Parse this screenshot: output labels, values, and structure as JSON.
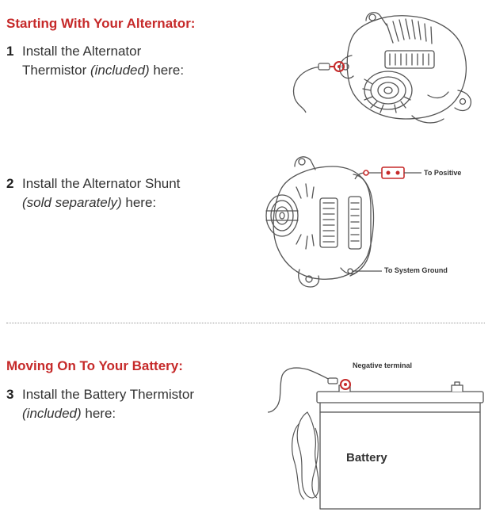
{
  "sections": {
    "alternator": {
      "heading": "Starting With Your Alternator:"
    },
    "battery": {
      "heading": "Moving On To Your Battery:"
    }
  },
  "steps": [
    {
      "number": "1",
      "line1": "Install the Alternator",
      "line2_pre": "Thermistor ",
      "line2_em": "(included)",
      "line2_post": " here:"
    },
    {
      "number": "2",
      "line1": "Install the Alternator Shunt",
      "line2_pre": "",
      "line2_em": "(sold separately)",
      "line2_post": " here:"
    },
    {
      "number": "3",
      "line1": "Install the Battery Thermistor",
      "line2_pre": "",
      "line2_em": "(included)",
      "line2_post": " here:"
    }
  ],
  "labels": {
    "to_positive": "To Positive",
    "to_system_ground": "To System Ground",
    "negative_terminal": "Negative terminal",
    "battery": "Battery"
  },
  "colors": {
    "accent": "#c62a2a",
    "line": "#555555",
    "text": "#333333"
  },
  "icons": [
    "alternator-illustration",
    "shunt-icon",
    "battery-illustration",
    "thermistor-sensor-icon"
  ]
}
